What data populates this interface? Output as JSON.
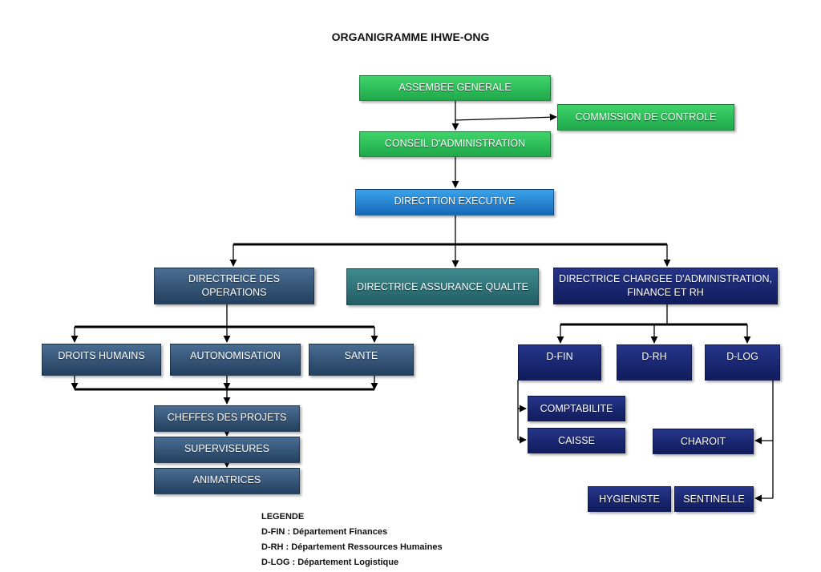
{
  "title": "ORGANIGRAMME IHWE-ONG",
  "nodes": {
    "ag": "ASSEMBEE GENERALE",
    "cc": "COMMISSION DE CONTROLE",
    "ca": "CONSEIL D'ADMINISTRATION",
    "de": "DIRECTTION EXECUTIVE",
    "dop": "DIRECTREICE DES OPERATIONS",
    "daq": "DIRECTRICE ASSURANCE QUALITE",
    "dafr": "DIRECTRICE CHARGEE D'ADMINISTRATION, FINANCE ET RH",
    "dh": "DROITS HUMAINS",
    "auto": "AUTONOMISATION",
    "sante": "SANTE",
    "chefs": "CHEFFES DES PROJETS",
    "sup": "SUPERVISEURES",
    "anim": "ANIMATRICES",
    "dfin": "D-FIN",
    "drh": "D-RH",
    "dlog": "D-LOG",
    "compta": "COMPTABILITE",
    "caisse": "CAISSE",
    "charoit": "CHAROIT",
    "hyg": "HYGIENISTE",
    "sent": "SENTINELLE"
  },
  "legend": {
    "heading": "LEGENDE",
    "items": [
      "D-FIN : Département Finances",
      "D-RH : Département Ressources Humaines",
      "D-LOG : Département Logistique"
    ]
  },
  "colors": {
    "green": "#2bbd55",
    "blue": "#1f7fd0",
    "steel": "#33547a",
    "teal": "#2c7378",
    "navy": "#18267a",
    "line": "#000000"
  }
}
